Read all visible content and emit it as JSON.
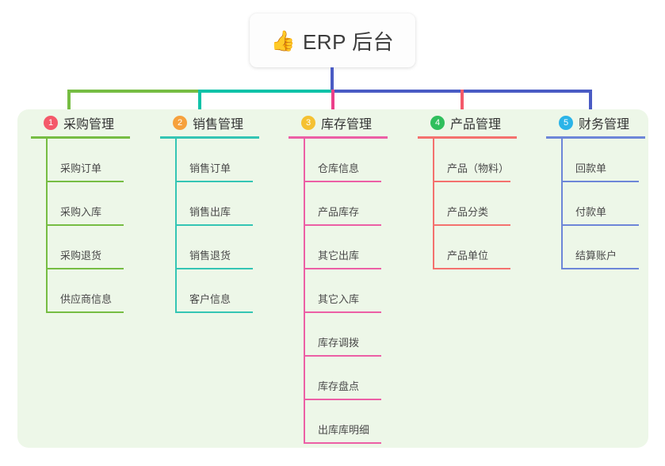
{
  "root": {
    "icon": "thumbs-up-icon",
    "icon_glyph": "👍",
    "title": "ERP 后台"
  },
  "colors": {
    "panel_background": "#edf7e8",
    "page_background": "#ffffff",
    "connector_green": "#76bd43",
    "connector_teal": "#0ec2a8",
    "connector_blue": "#4a5bc4",
    "connector_pink": "#ec3f8a",
    "connector_red": "#f4596a"
  },
  "columns": [
    {
      "number": "1",
      "title": "采购管理",
      "badge_color": "#f4596a",
      "line_color": "#76bd43",
      "items": [
        "采购订单",
        "采购入库",
        "采购退货",
        "供应商信息"
      ]
    },
    {
      "number": "2",
      "title": "销售管理",
      "badge_color": "#f6a13c",
      "line_color": "#34c5b4",
      "items": [
        "销售订单",
        "销售出库",
        "销售退货",
        "客户信息"
      ]
    },
    {
      "number": "3",
      "title": "库存管理",
      "badge_color": "#f5c132",
      "line_color": "#ec5fa5",
      "items": [
        "仓库信息",
        "产品库存",
        "其它出库",
        "其它入库",
        "库存调拨",
        "库存盘点",
        "出库库明细"
      ]
    },
    {
      "number": "4",
      "title": "产品管理",
      "badge_color": "#2fbf5c",
      "line_color": "#f4716e",
      "items": [
        "产品（物料）",
        "产品分类",
        "产品单位"
      ]
    },
    {
      "number": "5",
      "title": "财务管理",
      "badge_color": "#2bb4e8",
      "line_color": "#6d86d8",
      "items": [
        "回款单",
        "付款单",
        "结算账户"
      ]
    }
  ]
}
